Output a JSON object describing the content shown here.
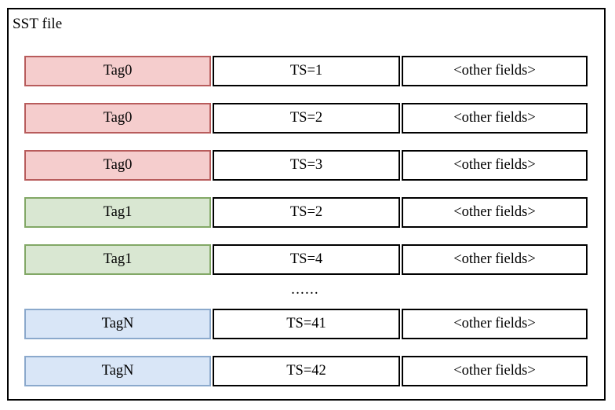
{
  "diagram": {
    "title": "SST file",
    "columns": [
      "tag",
      "timestamp",
      "other"
    ],
    "ellipsis": "......",
    "colors": {
      "pink_fill": "#f5cdcd",
      "pink_border": "#b85c5c",
      "green_fill": "#d9e7d2",
      "green_border": "#82a866",
      "blue_fill": "#d9e6f7",
      "blue_border": "#8ba9cc",
      "frame_border": "#000000",
      "cell_background": "#ffffff"
    },
    "rows": [
      {
        "tag": "Tag0",
        "ts": "TS=1",
        "other": "<other fields>",
        "color": "pink"
      },
      {
        "tag": "Tag0",
        "ts": "TS=2",
        "other": "<other fields>",
        "color": "pink"
      },
      {
        "tag": "Tag0",
        "ts": "TS=3",
        "other": "<other fields>",
        "color": "pink"
      },
      {
        "tag": "Tag1",
        "ts": "TS=2",
        "other": "<other fields>",
        "color": "green"
      },
      {
        "tag": "Tag1",
        "ts": "TS=4",
        "other": "<other fields>",
        "color": "green"
      },
      {
        "tag": "TagN",
        "ts": "TS=41",
        "other": "<other fields>",
        "color": "blue"
      },
      {
        "tag": "TagN",
        "ts": "TS=42",
        "other": "<other fields>",
        "color": "blue"
      }
    ]
  }
}
